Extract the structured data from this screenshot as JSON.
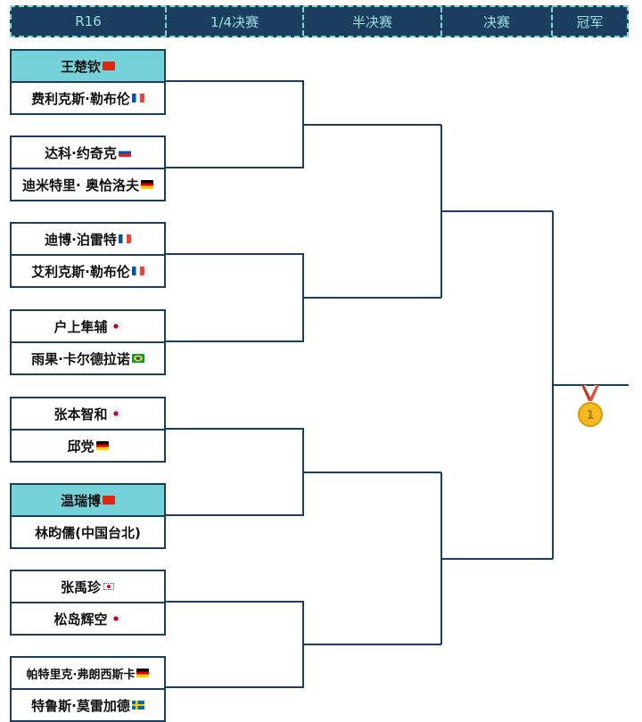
{
  "header": [
    "R16",
    "1/4决赛",
    "半决赛",
    "决赛",
    "冠军"
  ],
  "matches": [
    [
      {
        "name": "王楚钦",
        "flag": "cn",
        "win": true
      },
      {
        "name": "费利克斯·勒布伦",
        "flag": "fr"
      }
    ],
    [
      {
        "name": "达科·约奇克",
        "flag": "si"
      },
      {
        "name": "迪米特里· 奥恰洛夫",
        "flag": "de"
      }
    ],
    [
      {
        "name": "迪博·泊雷特",
        "flag": "fr"
      },
      {
        "name": "艾利克斯·勒布伦",
        "flag": "fr"
      }
    ],
    [
      {
        "name": "户上隼辅",
        "flag": "jp"
      },
      {
        "name": "雨果·卡尔德拉诺",
        "flag": "br"
      }
    ],
    [
      {
        "name": "张本智和",
        "flag": "jp"
      },
      {
        "name": "邱党",
        "flag": "de"
      }
    ],
    [
      {
        "name": "温瑞博",
        "flag": "cn",
        "win": true
      },
      {
        "name": "林昀儒(中国台北)"
      }
    ],
    [
      {
        "name": "张禹珍",
        "flag": "kr"
      },
      {
        "name": "松岛辉空",
        "flag": "jp"
      }
    ],
    [
      {
        "name": "帕特里克·弗朗西斯卡",
        "flag": "de",
        "small": true
      },
      {
        "name": "特鲁斯·莫雷加德",
        "flag": "se"
      }
    ]
  ],
  "colors": {
    "line": "#1b3e5e",
    "winner": "#74d2d8",
    "header_bg": "#1b3e5e"
  },
  "medal": "gold-medal-1"
}
